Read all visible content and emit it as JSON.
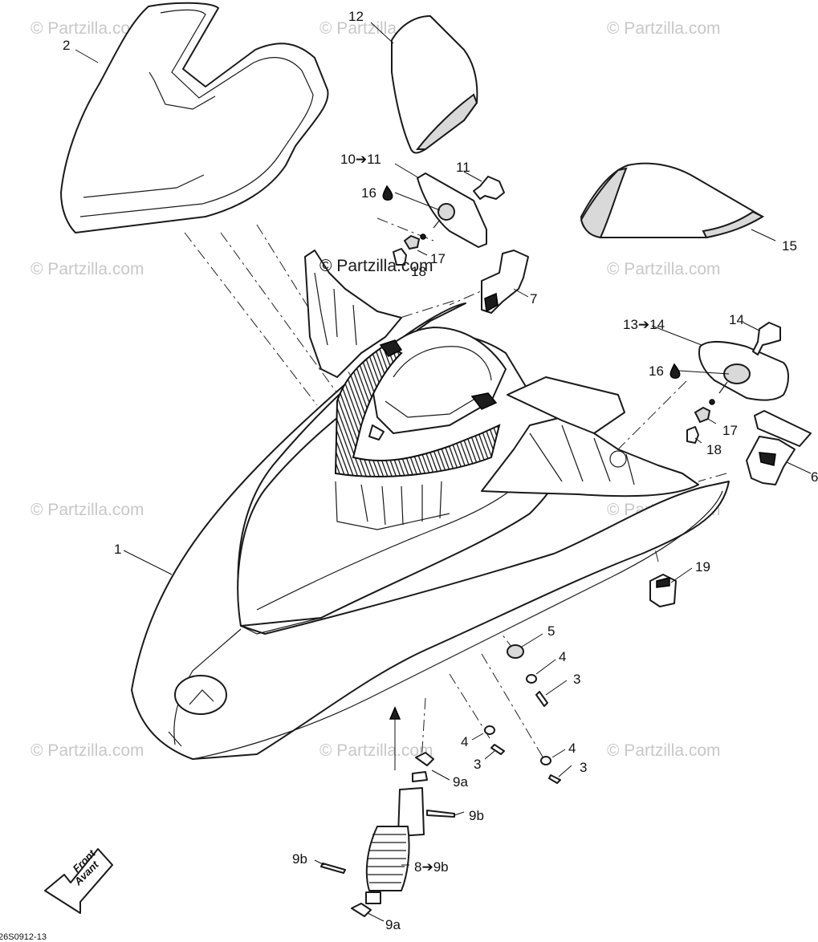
{
  "watermark": {
    "text": "© Partzilla.com",
    "center_text": "© Partzilla.com"
  },
  "callouts": {
    "c1": "1",
    "c2": "2",
    "c3a": "3",
    "c3b": "3",
    "c3c": "3",
    "c4a": "4",
    "c4b": "4",
    "c4c": "4",
    "c5": "5",
    "c6": "6",
    "c7": "7",
    "c8": "8➔9b",
    "c9a_top": "9a",
    "c9a_bottom": "9a",
    "c9b_right": "9b",
    "c9b_left": "9b",
    "c10": "10➔11",
    "c11": "11",
    "c12": "12",
    "c13": "13➔14",
    "c14": "14",
    "c15": "15",
    "c16a": "16",
    "c16b": "16",
    "c17a": "17",
    "c17b": "17",
    "c18a": "18",
    "c18b": "18",
    "c19": "19"
  },
  "front_label": {
    "line1": "Front",
    "line2": "Avant"
  },
  "diagram_code": "26S0912-13",
  "colors": {
    "line": "#1a1a1a",
    "watermark": "#c8c8c8",
    "background": "#ffffff"
  },
  "icons": [
    "oil-drop-icon",
    "front-arrow-icon"
  ]
}
